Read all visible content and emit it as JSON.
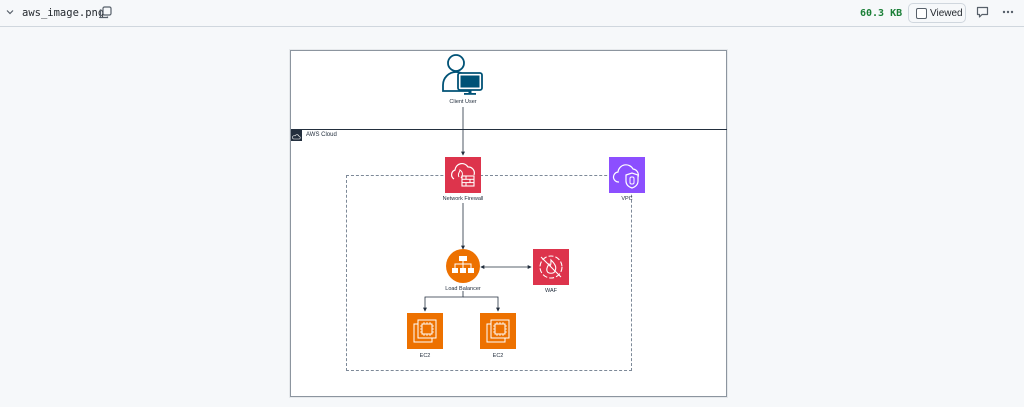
{
  "file_header": {
    "file_name": "aws_image.png",
    "file_size": "60.3 KB",
    "viewed_label": "Viewed",
    "viewed_checked": false,
    "icons": [
      "chevron-down-icon",
      "copy-icon",
      "comment-icon",
      "kebab-menu-icon"
    ]
  },
  "diagram": {
    "groups": {
      "aws_cloud": "AWS Cloud",
      "vpc": "VPC"
    },
    "nodes": {
      "client_user": "Client User",
      "network_firewall": "Network Firewall",
      "load_balancer": "Load Balancer",
      "waf": "WAF",
      "ec2_a": "EC2",
      "ec2_b": "EC2"
    },
    "colors": {
      "firewall": "#dd344c",
      "vpc": "#8c4fff",
      "load_balancer": "#ed7100",
      "ec2": "#ed7100",
      "user": "#005276",
      "aws_dark": "#232f3e",
      "added_size": "#1a7f37"
    },
    "edges": [
      {
        "from": "Client User",
        "to": "Network Firewall"
      },
      {
        "from": "Network Firewall",
        "to": "Load Balancer"
      },
      {
        "from": "Load Balancer",
        "to": "WAF",
        "bidirectional": true
      },
      {
        "from": "Load Balancer",
        "to": "EC2"
      },
      {
        "from": "Load Balancer",
        "to": "EC2"
      }
    ]
  }
}
